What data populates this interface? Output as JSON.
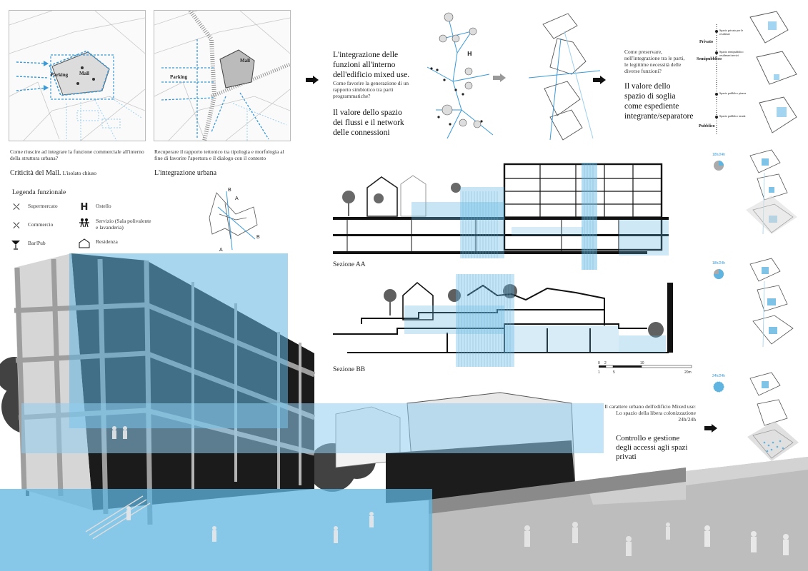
{
  "panel1": {
    "parking_label": "Parking",
    "mall_label": "Mall",
    "caption": "Come riuscire ad integrare la funzione commerciale all'interno della struttura urbana?",
    "title": "Criticità del Mall.",
    "subtitle": "L'isolato chiuso"
  },
  "panel2": {
    "parking_label": "Parking",
    "mall_label": "Mall",
    "caption": "Recuperare il rapporto tettonico tra tipologia e morfologia al fine di favorire l'apertura e il dialogo con il contesto",
    "title": "L'integrazione urbana"
  },
  "legend": {
    "title": "Legenda funzionale",
    "items": [
      {
        "icon": "cart-icon",
        "glyph": "🛒",
        "label": "Supermercato"
      },
      {
        "icon": "hostel-icon",
        "glyph": "H",
        "label": "Ostello"
      },
      {
        "icon": "shop-icon",
        "glyph": "🛒",
        "label": "Commercio"
      },
      {
        "icon": "people-icon",
        "glyph": "⚉",
        "label": "Servizio (Sala polivalente e lavanderia)"
      },
      {
        "icon": "bar-icon",
        "glyph": "🍸",
        "label": "Bar/Pub"
      },
      {
        "icon": "house-icon",
        "glyph": "⌂",
        "label": "Residenza"
      }
    ]
  },
  "keymap": {
    "a1": "A",
    "a2": "A",
    "b1": "B",
    "b2": "B"
  },
  "concept1": {
    "heading": "L'integrazione delle funzioni all'interno dell'edificio mixed use.",
    "question": "Come favorire la generazione di un rapporto simbiotico tra parti programmatiche?",
    "statement": "Il valore dello spazio dei flussi e il network delle connessioni"
  },
  "concept2": {
    "question": "Come preservare, nell'integrazione tra le parti, le legittime necessità delle diverse funzioni?",
    "statement": "Il valore dello spazio di soglia come espediente integrante/separatore"
  },
  "gradient": {
    "privato": "Privato",
    "semipubblico": "Semipubblico",
    "pubblico": "Pubblico",
    "note1": "Spazio privato per le residenze",
    "note2": "Spazio semipubblico residenze/servizi",
    "note3": "Spazio pubblico piazza",
    "note4": "Spazio pubblico strada"
  },
  "sections": {
    "aa": "Sezione AA",
    "bb": "Sezione BB",
    "scale": [
      "0",
      "2",
      "1",
      "5",
      "10",
      "20m"
    ]
  },
  "clocks": [
    "18h/24h",
    "18h/24h",
    "24h/24h"
  ],
  "concept3": {
    "intro": "Il carattere urbano dell'edificio Mixed use: Lo spazio della libera colonizzazione 24h/24h",
    "statement": "Controllo e gestione degli accessi agli spazi privati"
  },
  "colors": {
    "accent": "#5fb4e0",
    "light": "#a7d6f0",
    "dark": "#1c1c1c",
    "grey": "#bdbdbd"
  }
}
